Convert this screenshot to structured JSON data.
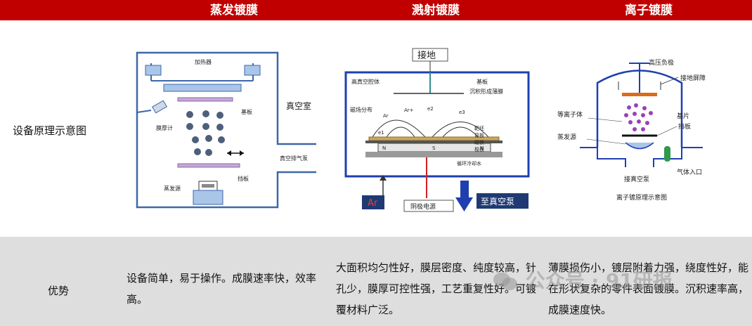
{
  "header": {
    "col1": "蒸发镀膜",
    "col2": "溅射镀膜",
    "col3": "离子镀膜"
  },
  "rows": {
    "diagram_label": "设备原理示意图",
    "advantage_label": "优势"
  },
  "evaporation": {
    "heater": "加热器",
    "vacuum_chamber": "真空室",
    "substrate": "基板",
    "thickness_meter": "膜厚计",
    "exhaust_pump": "真空排气泵",
    "baffle": "挡板",
    "source": "蒸发源"
  },
  "sputtering": {
    "ground": "接地",
    "chamber": "高真空腔体",
    "substrate": "基板",
    "deposit_film": "沉积形成薄膜",
    "magnetic_field": "磁场分布",
    "target": "靶坯",
    "backplate": "背板",
    "magnet": "磁铁",
    "pole_plate": "极板",
    "cooling": "循环冷却水",
    "ar": "Ar",
    "cathode": "阴极电源",
    "to_pump": "至真空泵",
    "e1": "e1",
    "e2": "e2",
    "e3": "e3",
    "ar_plus": "Ar+",
    "ar_small": "Ar",
    "pole_n": "N",
    "pole_s": "S"
  },
  "ion_plating": {
    "hv_negative": "高压负极",
    "ground_shield": "接地屏障",
    "plasma": "等离子体",
    "substrate": "基片",
    "baffle": "挡板",
    "source": "蒸发源",
    "vacuum_pump": "接真空泵",
    "gas_inlet": "气体入口",
    "caption": "离子镀原理示意图"
  },
  "advantages": {
    "col1": "设备简单，易于操作。成膜速率快，效率高。",
    "col2": "大面积均匀性好，膜层密度、纯度较高，针孔少，膜厚可控性强，工艺重复性好。可镀覆材料广泛。",
    "col3": "薄膜损伤小，镀层附着力强，绕度性好，能在形状复杂的零件表面镀膜。沉积速率高，成膜速度快。"
  },
  "watermark": "公众号 · 91研报",
  "colors": {
    "header_bg": "#c00000",
    "adv_bg": "#dedede",
    "chamber_blue": "#1f3fb0",
    "ar_box": "#1f3a73"
  }
}
